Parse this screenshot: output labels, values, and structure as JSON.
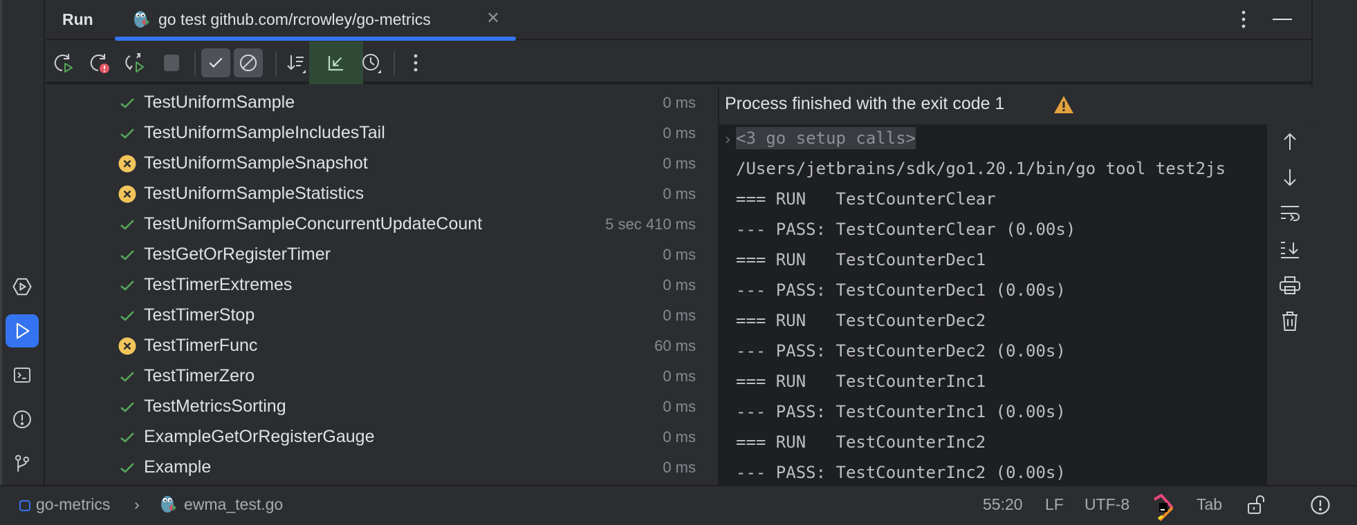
{
  "run_panel": {
    "title": "Run",
    "tab": {
      "label": "go test github.com/rcrowley/go-metrics",
      "close_glyph": "✕",
      "icon": "go-gopher-test-icon"
    },
    "header_actions": [
      {
        "name": "more-options",
        "icon": "kebab-vertical-icon"
      },
      {
        "name": "minimize",
        "icon": "minimize-icon"
      }
    ]
  },
  "toolbar": {
    "buttons": [
      {
        "name": "rerun",
        "icon": "rerun-icon",
        "tooltip": "Rerun"
      },
      {
        "name": "rerun-failed",
        "icon": "rerun-failed-icon",
        "tooltip": "Rerun Failed Tests"
      },
      {
        "name": "toggle-auto-test",
        "icon": "toggle-auto-test-icon",
        "tooltip": "Toggle Auto-test"
      },
      {
        "name": "stop",
        "icon": "stop-icon",
        "tooltip": "Stop",
        "disabled": true
      },
      {
        "name": "show-passed",
        "icon": "check-icon",
        "toggled": true
      },
      {
        "name": "show-ignored",
        "icon": "ignored-icon",
        "toggled": true
      },
      {
        "name": "sort",
        "icon": "sort-icon"
      },
      {
        "name": "collapse-all",
        "icon": "collapse-icon",
        "highlighted": true
      },
      {
        "name": "show-duration",
        "icon": "clock-icon"
      },
      {
        "name": "more",
        "icon": "kebab-vertical-icon"
      }
    ]
  },
  "tests": [
    {
      "name": "TestUniformSample",
      "status": "passed",
      "duration": "0 ms"
    },
    {
      "name": "TestUniformSampleIncludesTail",
      "status": "passed",
      "duration": "0 ms"
    },
    {
      "name": "TestUniformSampleSnapshot",
      "status": "failed",
      "duration": "0 ms"
    },
    {
      "name": "TestUniformSampleStatistics",
      "status": "failed",
      "duration": "0 ms"
    },
    {
      "name": "TestUniformSampleConcurrentUpdateCount",
      "status": "passed",
      "duration": "5 sec 410 ms"
    },
    {
      "name": "TestGetOrRegisterTimer",
      "status": "passed",
      "duration": "0 ms"
    },
    {
      "name": "TestTimerExtremes",
      "status": "passed",
      "duration": "0 ms"
    },
    {
      "name": "TestTimerStop",
      "status": "passed",
      "duration": "0 ms"
    },
    {
      "name": "TestTimerFunc",
      "status": "failed",
      "duration": "60 ms"
    },
    {
      "name": "TestTimerZero",
      "status": "passed",
      "duration": "0 ms"
    },
    {
      "name": "TestMetricsSorting",
      "status": "passed",
      "duration": "0 ms"
    },
    {
      "name": "ExampleGetOrRegisterGauge",
      "status": "passed",
      "duration": "0 ms"
    },
    {
      "name": "Example",
      "status": "passed",
      "duration": "0 ms"
    }
  ],
  "console": {
    "status_message": "Process finished with the exit code 1",
    "status_icon": "warning-icon",
    "fold_label": "<3 go setup calls>",
    "lines": [
      "/Users/jetbrains/sdk/go1.20.1/bin/go tool test2js",
      "=== RUN   TestCounterClear",
      "--- PASS: TestCounterClear (0.00s)",
      "=== RUN   TestCounterDec1",
      "--- PASS: TestCounterDec1 (0.00s)",
      "=== RUN   TestCounterDec2",
      "--- PASS: TestCounterDec2 (0.00s)",
      "=== RUN   TestCounterInc1",
      "--- PASS: TestCounterInc1 (0.00s)",
      "=== RUN   TestCounterInc2",
      "--- PASS: TestCounterInc2 (0.00s)"
    ],
    "actions": [
      {
        "name": "previous-occurrence",
        "icon": "arrow-up-icon"
      },
      {
        "name": "next-occurrence",
        "icon": "arrow-down-icon"
      },
      {
        "name": "soft-wrap",
        "icon": "soft-wrap-icon"
      },
      {
        "name": "scroll-to-end",
        "icon": "scroll-to-end-icon"
      },
      {
        "name": "print",
        "icon": "print-icon"
      },
      {
        "name": "clear-all",
        "icon": "trash-icon"
      }
    ]
  },
  "left_sidebar": {
    "items": [
      {
        "name": "services",
        "icon": "services-icon",
        "active": false
      },
      {
        "name": "run",
        "icon": "run-icon",
        "active": true
      },
      {
        "name": "terminal",
        "icon": "terminal-icon",
        "active": false
      },
      {
        "name": "problems",
        "icon": "problems-icon",
        "active": false
      },
      {
        "name": "git",
        "icon": "git-branch-icon",
        "active": false
      }
    ]
  },
  "statusbar": {
    "breadcrumb": {
      "project": "go-metrics",
      "separator": "›",
      "file": "ewma_test.go"
    },
    "position": "55:20",
    "line_separator": "LF",
    "encoding": "UTF-8",
    "indent": "Tab",
    "lock_icon": "unlocked-icon",
    "notifications_icon": "notifications-icon"
  },
  "colors": {
    "accent": "#3574f0",
    "pass": "#57a65b",
    "fail": "#f2c55c",
    "warning": "#e3a23b",
    "error": "#e55765",
    "background": "#2b2d30",
    "console_bg": "#1e1f22"
  }
}
